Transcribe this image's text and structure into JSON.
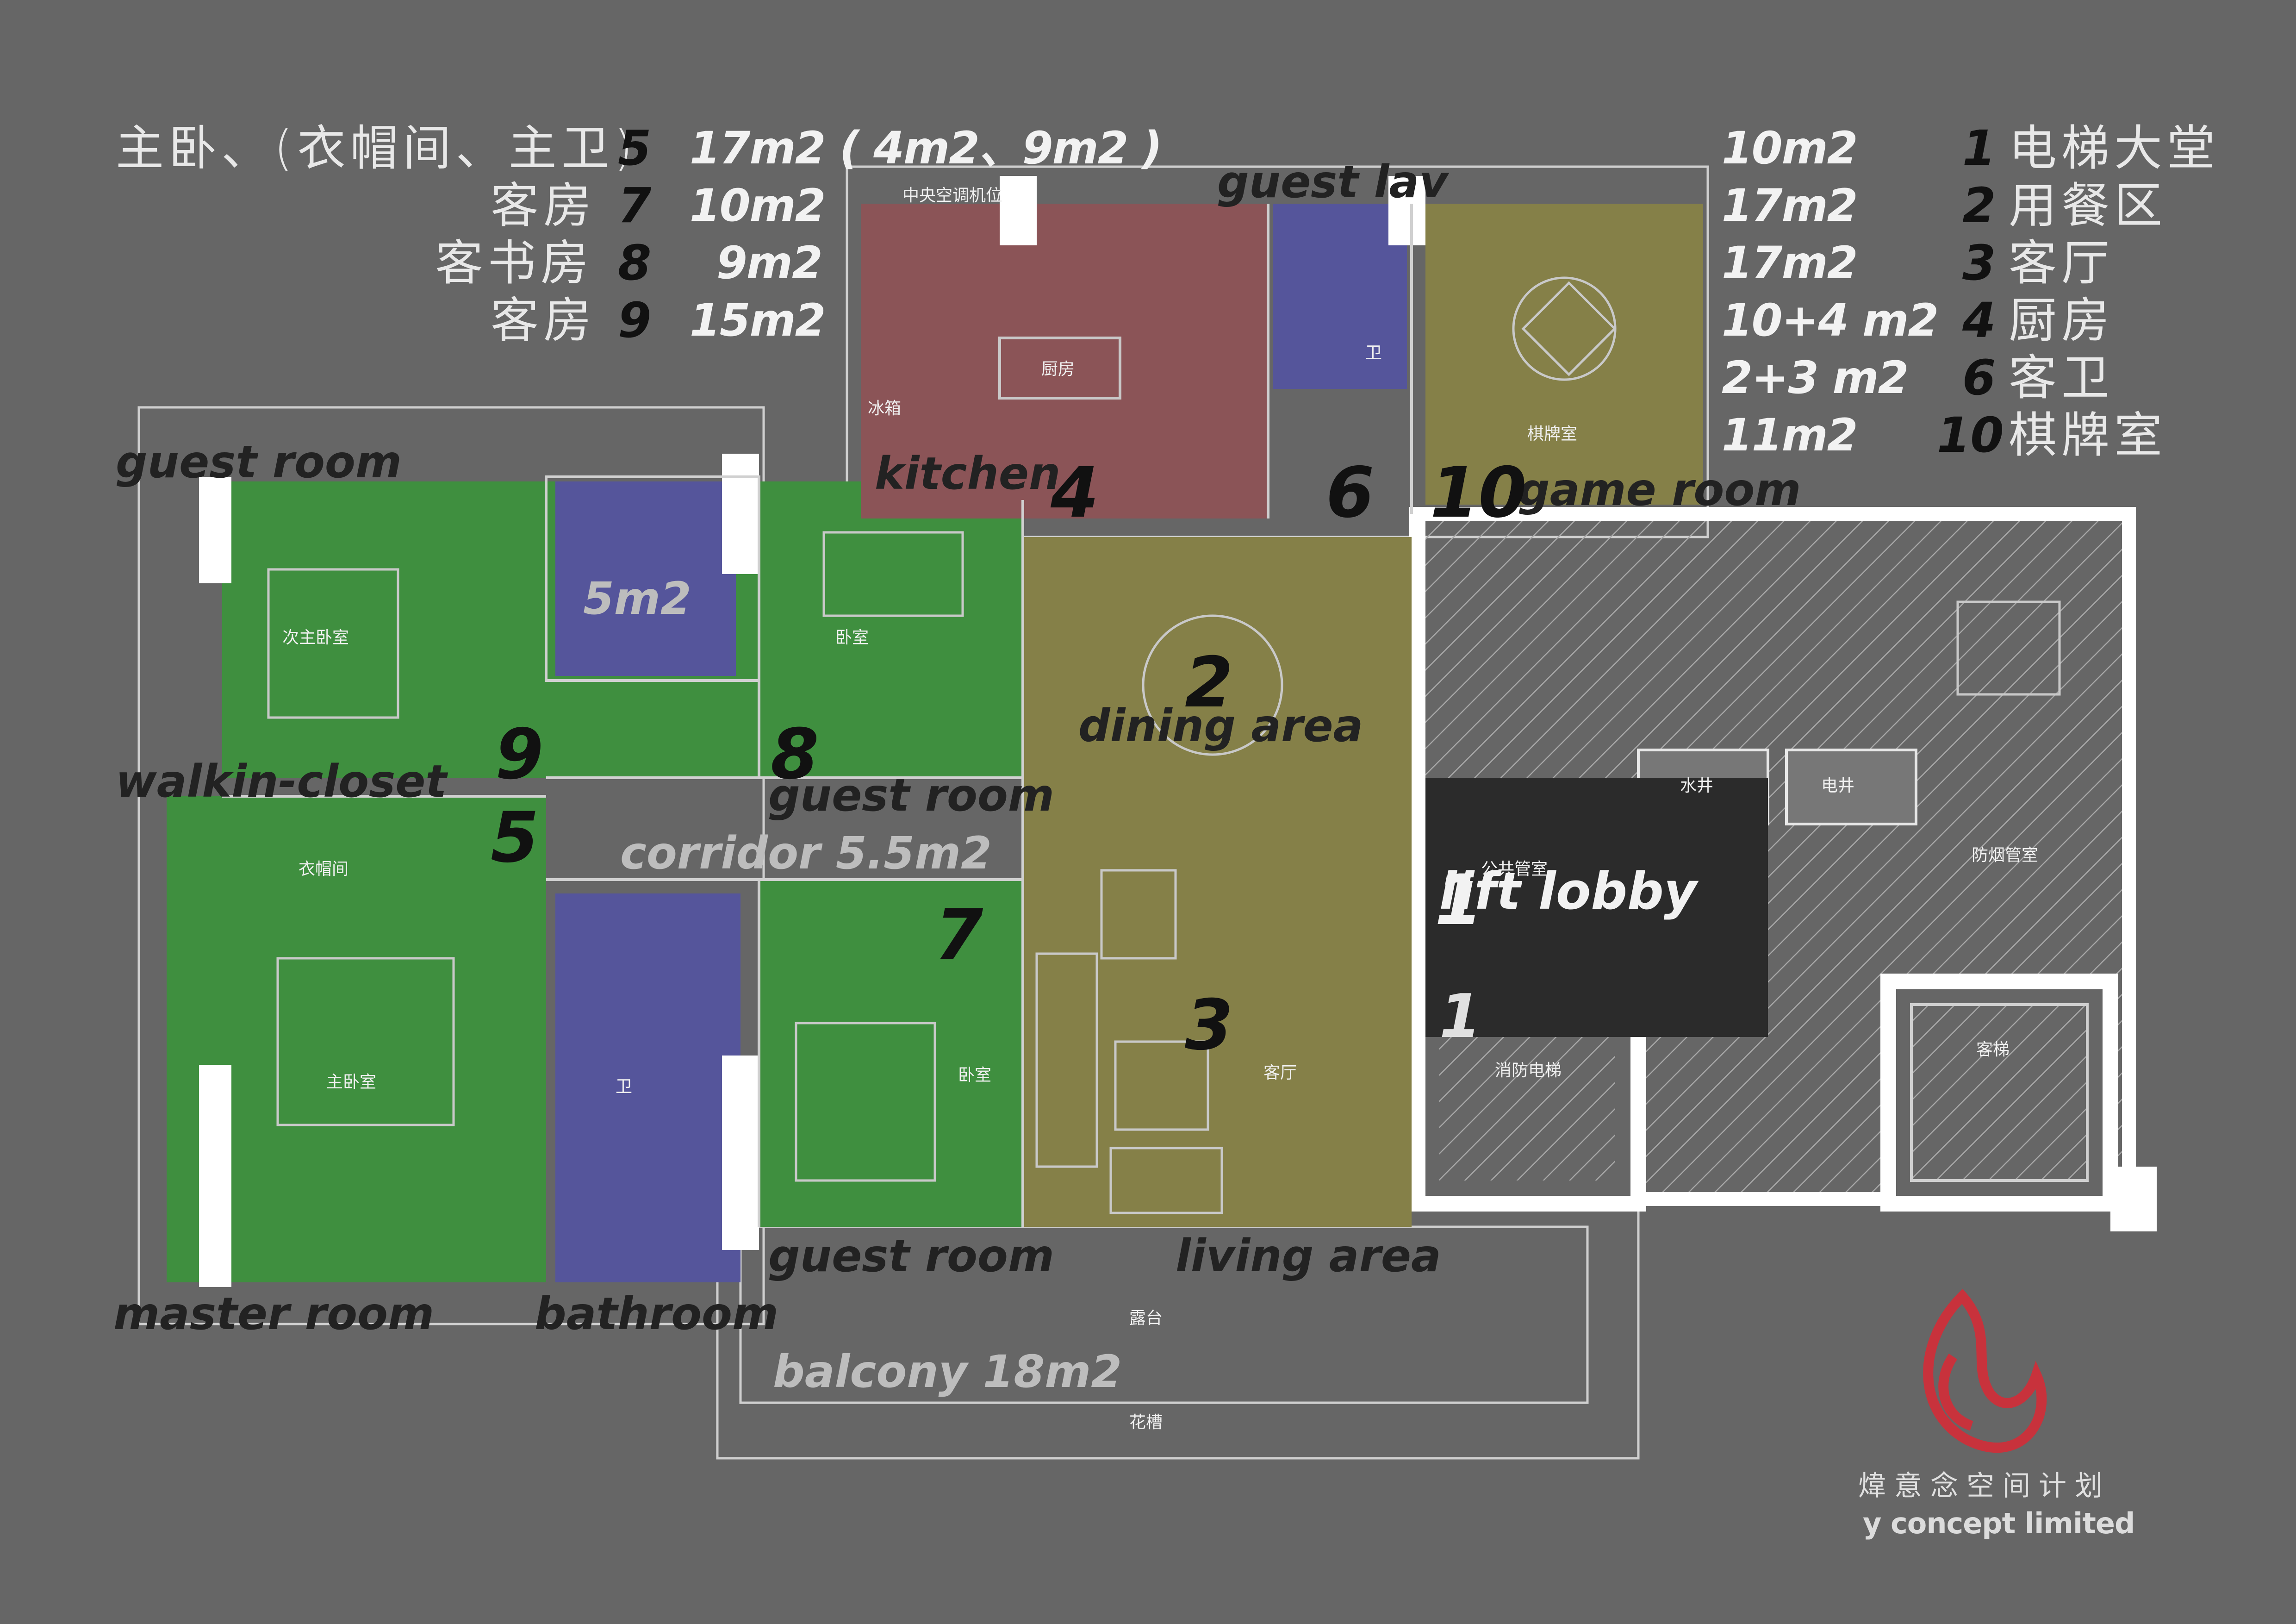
{
  "legend_left": [
    {
      "name": "主卧、(衣帽间、主卫)",
      "num": "5",
      "area": "17m2 ( 4m2、9m2 )"
    },
    {
      "name": "客房",
      "num": "7",
      "area": "10m2"
    },
    {
      "name": "客书房",
      "num": "8",
      "area": "9m2"
    },
    {
      "name": "客房",
      "num": "9",
      "area": "15m2"
    }
  ],
  "legend_right": [
    {
      "area": "10m2",
      "num": "1",
      "name": "电梯大堂"
    },
    {
      "area": "17m2",
      "num": "2",
      "name": "用餐区"
    },
    {
      "area": "17m2",
      "num": "3",
      "name": "客厅"
    },
    {
      "area": "10+4 m2",
      "num": "4",
      "name": "厨房"
    },
    {
      "area": "2+3 m2",
      "num": "6",
      "name": "客卫"
    },
    {
      "area": "11m2",
      "num": "10",
      "name": "棋牌室"
    }
  ],
  "labels": {
    "guest_room_top": "guest room",
    "kitchen": "kitchen",
    "guest_lav": "guest lav",
    "game_room": "game room",
    "dining_area": "dining area",
    "walkin_closet": "walkin-closet",
    "guest_room_mid": "guest room",
    "corridor": "corridor 5.5m2",
    "lift_lobby": "lift lobby",
    "guest_room_bottom": "guest room",
    "living_area": "living area",
    "master_room": "master room",
    "bathroom": "bathroom",
    "balcony": "balcony 18m2",
    "bath_area": "5m2"
  },
  "room_numbers": {
    "n4": "4",
    "n6": "6",
    "n10": "10",
    "n2": "2",
    "n9": "9",
    "n8": "8",
    "n5": "5",
    "n7": "7",
    "n1": "1",
    "n1b": "1",
    "n3": "3"
  },
  "plan_text": {
    "ac": "中央空调机位",
    "kitchen_cn": "厨房",
    "fridge": "冰箱",
    "bath_cn": "卫",
    "game_cn": "棋牌室",
    "second_master": "次主卧室",
    "bedroom_a": "卧室",
    "wardrobe": "衣帽间",
    "master_bed": "主卧室",
    "bath_cn2": "卫",
    "bedroom_b": "卧室",
    "living_cn": "客厅",
    "water_shaft": "水井",
    "elec_shaft": "电井",
    "smoke_shaft": "防烟管室",
    "pipe_room": "公共管室",
    "fire_lift": "消防电梯",
    "lift_right": "客梯",
    "terrace": "露台",
    "planter": "花槽"
  },
  "logo": {
    "cn": "煒意念空间计划",
    "en": "y concept limited"
  },
  "colors": {
    "background": "#666666",
    "bedroom": "#3f8f3f",
    "bathroom": "#55559b",
    "kitchen": "#8b5457",
    "living": "#858048",
    "lift_lobby": "#2b2b2b",
    "logo_red": "#c8323c"
  }
}
